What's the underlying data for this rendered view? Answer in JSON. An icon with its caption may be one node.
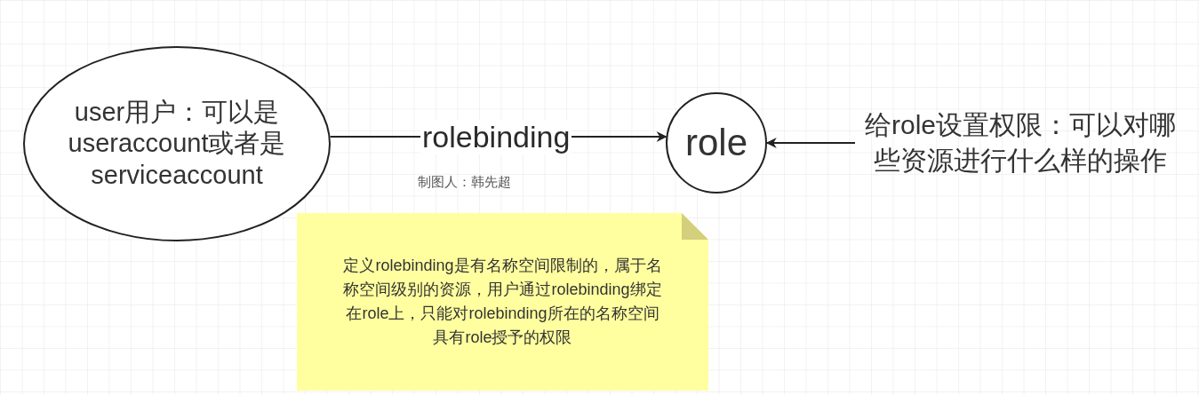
{
  "diagram": {
    "nodes": [
      {
        "text": [
          "user用户：可以是useraccount或者是serviceaccount"
        ]
      },
      {
        "text": [
          "role"
        ]
      },
      {
        "text": [
          "给role设置权限：可以对哪些资源进行什么样的操作"
        ]
      },
      {
        "text": [
          "定义rolebinding是有名称空间限制的，属于名称空间级别的资源，用户通过rolebinding绑定在role上，只能对rolebinding所在的名称空间具有role授予的权限"
        ]
      }
    ],
    "edges": [
      {
        "from": 0,
        "to": 1,
        "arrow": "to",
        "label": "rolebinding"
      },
      {
        "from": 2,
        "to": 1,
        "arrow": "to"
      }
    ],
    "labels": [
      "制图人：韩先超"
    ]
  }
}
